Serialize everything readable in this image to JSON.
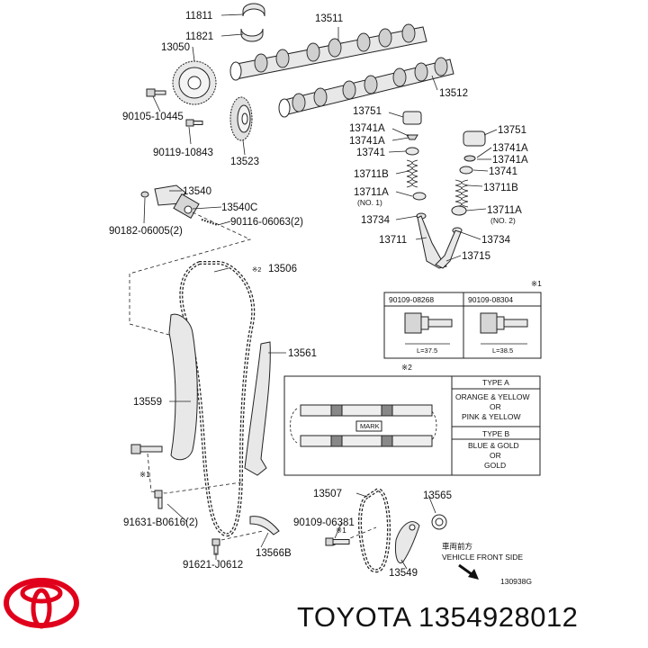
{
  "parts": {
    "p11811": "11811",
    "p11821": "11821",
    "p13050": "13050",
    "p13511": "13511",
    "p13512": "13512",
    "p90105_10445": "90105-10445",
    "p90119_10843": "90119-10843",
    "p13523": "13523",
    "p13751_l": "13751",
    "p13741A_l1": "13741A",
    "p13741A_l2": "13741A",
    "p13741_l": "13741",
    "p13711B_l": "13711B",
    "p13711A_l": "13711A",
    "no1": "(NO. 1)",
    "p13734_l": "13734",
    "p13711_l": "13711",
    "p13751_r": "13751",
    "p13741A_r1": "13741A",
    "p13741A_r2": "13741A",
    "p13741_r": "13741",
    "p13711B_r": "13711B",
    "p13711A_r": "13711A",
    "no2": "(NO. 2)",
    "p13734_r": "13734",
    "p13715": "13715",
    "p13540": "13540",
    "p13540C": "13540C",
    "p90182": "90182-06005(2)",
    "p90116": "90116-06063(2)",
    "p13506": "13506",
    "p13506_mark": "※2",
    "p13561": "13561",
    "p13559": "13559",
    "ref_star1_a": "※1",
    "ref_star1_b": "※1",
    "p13507": "13507",
    "p13565": "13565",
    "p91631": "91631-B0616(2)",
    "p90109_06381": "90109-06381",
    "p13566B": "13566B",
    "p91621": "91621-J0612",
    "p13549": "13549"
  },
  "bolt_table": {
    "ref": "※1",
    "col1": "90109-08268",
    "col2": "90109-08304",
    "len1": "L=37.5",
    "len2": "L=38.5"
  },
  "chain_table": {
    "ref": "※2",
    "mark_label": "MARK",
    "type_a": "TYPE A",
    "type_a_line1": "ORANGE & YELLOW",
    "type_a_line2": "OR",
    "type_a_line3": "PINK & YELLOW",
    "type_b": "TYPE B",
    "type_b_line1": "BLUE & GOLD",
    "type_b_line2": "OR",
    "type_b_line3": "GOLD"
  },
  "direction": {
    "jp": "車両前方",
    "en": "VEHICLE FRONT SIDE"
  },
  "drawing_code": "130938G",
  "brand": {
    "name": "TOYOTA",
    "part_number": "1354928012",
    "logo_color": "#e0001b"
  }
}
